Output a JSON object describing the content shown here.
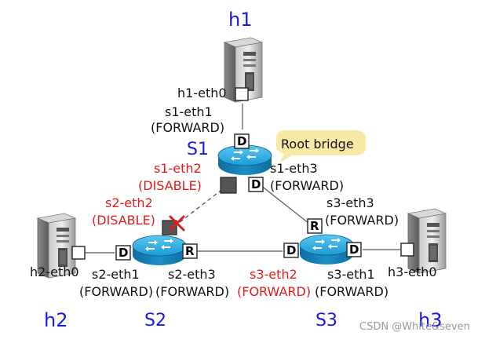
{
  "hosts": {
    "h1": {
      "name": "h1",
      "iface": "h1-eth0"
    },
    "h2": {
      "name": "h2",
      "iface": "h2-eth0"
    },
    "h3": {
      "name": "h3",
      "iface": "h3-eth0"
    }
  },
  "switches": {
    "s1": {
      "name": "S1",
      "ports": {
        "eth1": {
          "name": "s1-eth1",
          "state": "(FORWARD)",
          "role": "D"
        },
        "eth2": {
          "name": "s1-eth2",
          "state": "(DISABLE)",
          "role": ""
        },
        "eth3": {
          "name": "s1-eth3",
          "state": "(FORWARD)",
          "role": "D"
        }
      }
    },
    "s2": {
      "name": "S2",
      "ports": {
        "eth1": {
          "name": "s2-eth1",
          "state": "(FORWARD)",
          "role": "D"
        },
        "eth2": {
          "name": "s2-eth2",
          "state": "(DISABLE)",
          "role": ""
        },
        "eth3": {
          "name": "s2-eth3",
          "state": "(FORWARD)",
          "role": "R"
        }
      }
    },
    "s3": {
      "name": "S3",
      "ports": {
        "eth1": {
          "name": "s3-eth1",
          "state": "(FORWARD)",
          "role": "D"
        },
        "eth2": {
          "name": "s3-eth2",
          "state": "(FORWARD)",
          "role": "D"
        },
        "eth3": {
          "name": "s3-eth3",
          "state": "(FORWARD)",
          "role": "R"
        }
      }
    }
  },
  "root_bridge_label": "Root bridge",
  "watermark": "CSDN @White&seven",
  "colors": {
    "switch": "#1b9bd6",
    "disabled_text": "#e01b1b",
    "node_name": "#1a1ae6",
    "root_bubble": "#f7e9a6",
    "blocked_mark": "#e01b1b"
  }
}
